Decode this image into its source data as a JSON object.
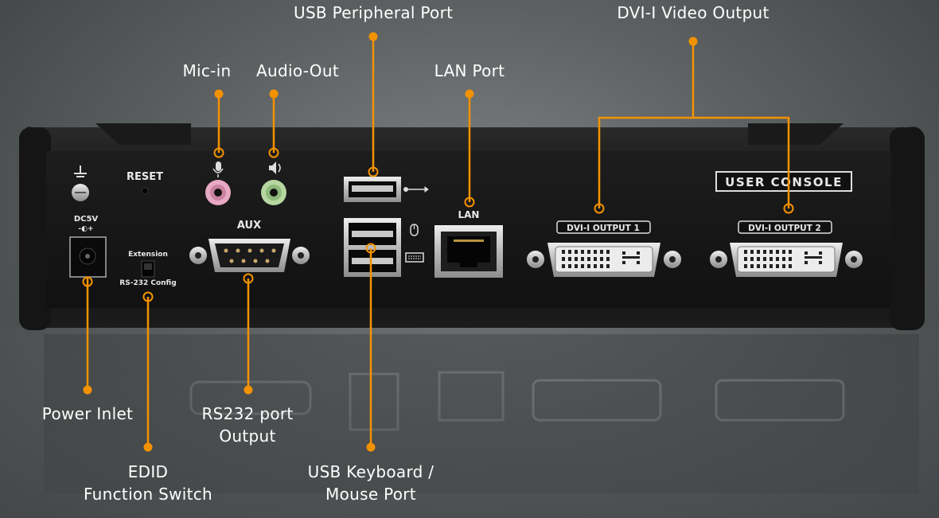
{
  "callouts": {
    "usb_peripheral": "USB Peripheral Port",
    "dvi_output": "DVI-I Video Output",
    "mic_in": "Mic-in",
    "audio_out": "Audio-Out",
    "lan_port": "LAN Port",
    "power_inlet": "Power Inlet",
    "rs232_line1": "RS232 port",
    "rs232_line2": "Output",
    "edid_line1": "EDID",
    "edid_line2": "Function Switch",
    "usb_kb_line1": "USB Keyboard /",
    "usb_kb_line2": "Mouse Port"
  },
  "panel_labels": {
    "reset": "RESET",
    "aux": "AUX",
    "lan": "LAN",
    "user_console": "USER CONSOLE",
    "dvi1": "DVI-I OUTPUT 1",
    "dvi2": "DVI-I OUTPUT 2",
    "dc5v": "DC5V",
    "extension": "Extension",
    "rs232_config": "RS-232 Config"
  },
  "colors": {
    "callout_line": "#f39200",
    "panel": "#141414",
    "chassis": "#0b0b0b"
  }
}
